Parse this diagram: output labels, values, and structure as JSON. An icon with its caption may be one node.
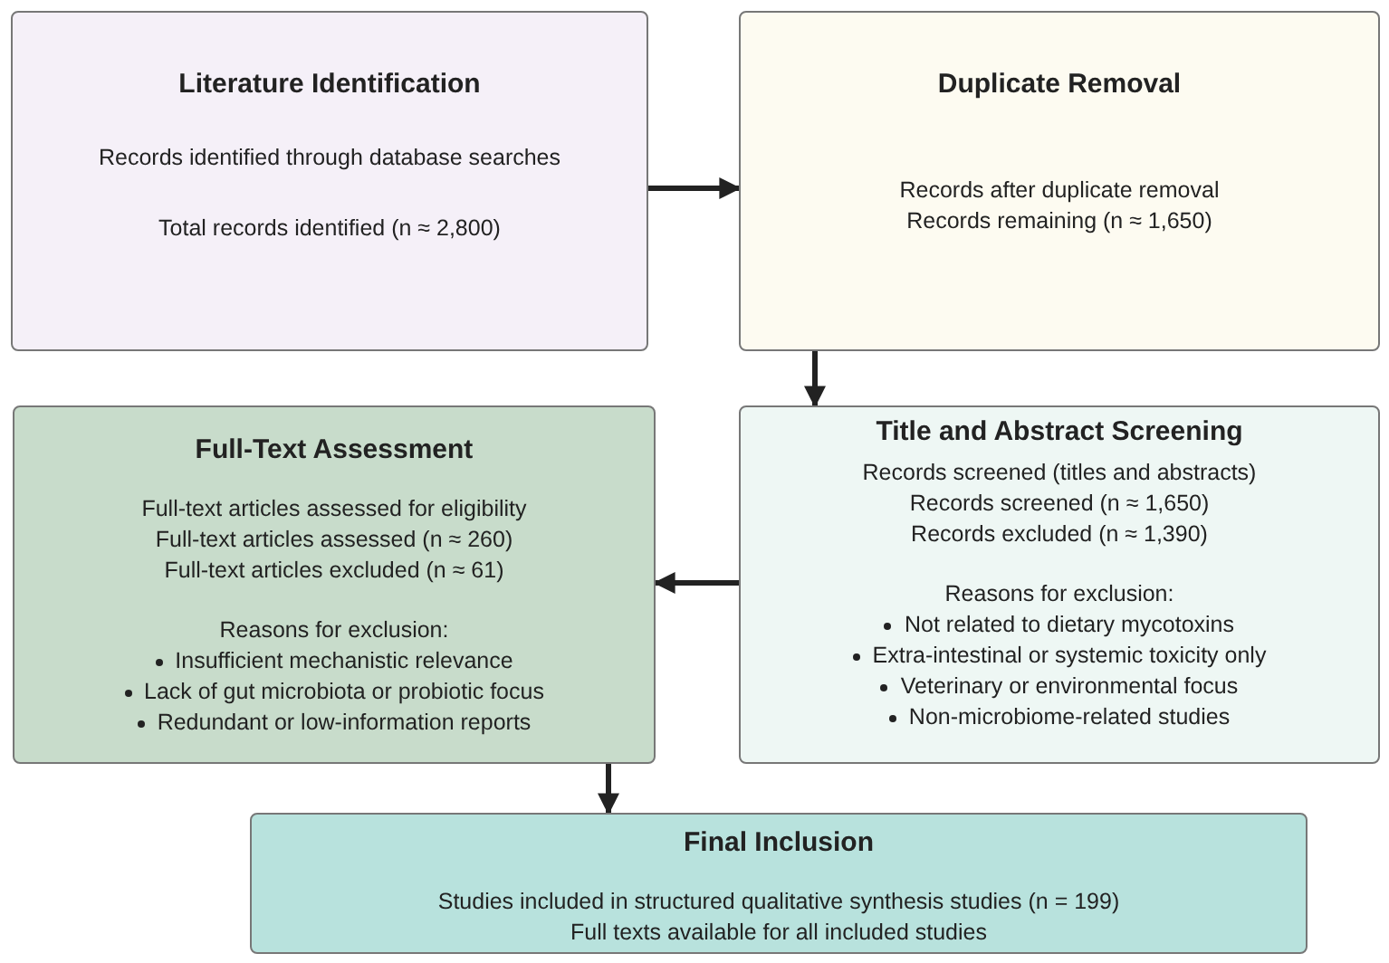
{
  "diagram": {
    "nodes": [
      {
        "text": [
          "Literature Identification",
          "Records identified through database searches",
          "Total records identified (n ≈ 2,800)"
        ]
      },
      {
        "text": [
          "Duplicate Removal",
          "Records after duplicate removal",
          "Records remaining (n ≈ 1,650)"
        ]
      },
      {
        "text": [
          "Full-Text Assessment",
          "Full-text articles assessed for eligibility",
          "Full-text articles assessed (n ≈ 260)",
          "Full-text articles excluded (n ≈ 61)",
          "Reasons for exclusion:",
          "Insufficient mechanistic relevance",
          "Lack of gut microbiota or probiotic focus",
          "Redundant or low-information reports"
        ]
      },
      {
        "text": [
          "Title and Abstract Screening",
          "Records screened (titles and abstracts)",
          "Records screened (n ≈ 1,650)",
          "Records excluded (n ≈ 1,390)",
          "Reasons for exclusion:",
          "Not related to dietary mycotoxins",
          "Extra-intestinal or systemic toxicity only",
          "Veterinary or environmental focus",
          "Non-microbiome-related studies"
        ]
      },
      {
        "text": [
          "Final Inclusion",
          "Studies included in structured qualitative synthesis  studies (n = 199)",
          "Full texts available for all included studies"
        ]
      }
    ],
    "edges": [
      {
        "from": 0,
        "to": 1,
        "arrow": "to"
      },
      {
        "from": 1,
        "to": 3,
        "arrow": "to"
      },
      {
        "from": 3,
        "to": 2,
        "arrow": "to"
      },
      {
        "from": 2,
        "to": 4,
        "arrow": "to"
      }
    ]
  }
}
